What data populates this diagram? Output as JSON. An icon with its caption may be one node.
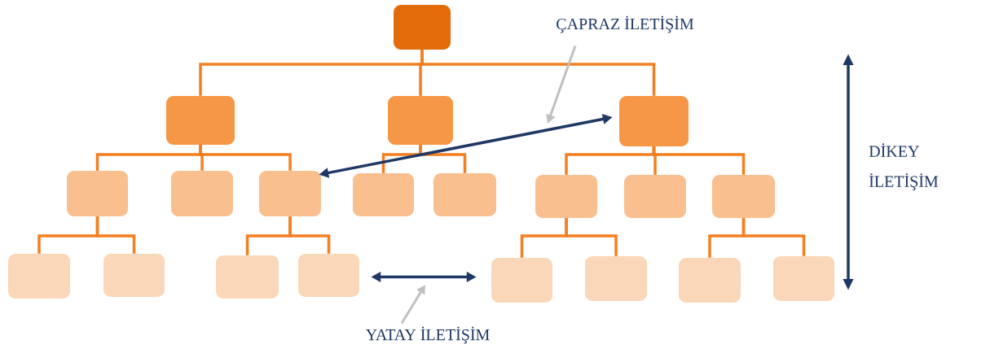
{
  "diagram": {
    "nodes": [
      {
        "text": [],
        "shape": "box"
      },
      {
        "text": [],
        "shape": "box"
      },
      {
        "text": [],
        "shape": "box"
      },
      {
        "text": [],
        "shape": "box"
      },
      {
        "text": [],
        "shape": "box"
      },
      {
        "text": [],
        "shape": "box"
      },
      {
        "text": [],
        "shape": "box"
      },
      {
        "text": [],
        "shape": "box"
      },
      {
        "text": [],
        "shape": "box"
      },
      {
        "text": [],
        "shape": "box"
      },
      {
        "text": [],
        "shape": "box"
      },
      {
        "text": [],
        "shape": "box"
      },
      {
        "text": [],
        "shape": "box"
      },
      {
        "text": [],
        "shape": "box"
      },
      {
        "text": [],
        "shape": "box"
      },
      {
        "text": [],
        "shape": "box"
      },
      {
        "text": [],
        "shape": "box"
      },
      {
        "text": [],
        "shape": "box"
      },
      {
        "text": [],
        "shape": "box"
      },
      {
        "text": [],
        "shape": "box"
      },
      {
        "text": [
          "ÇAPRAZ İLETİŞİM"
        ]
      },
      {
        "text": [
          "YATAY İLETİŞİM"
        ]
      }
    ],
    "edges": [
      {
        "from": 0,
        "to": 1,
        "arrow": "none"
      },
      {
        "from": 0,
        "to": 2,
        "arrow": "none"
      },
      {
        "from": 0,
        "to": 3,
        "arrow": "none"
      },
      {
        "from": 1,
        "to": 4,
        "arrow": "none"
      },
      {
        "from": 1,
        "to": 5,
        "arrow": "none"
      },
      {
        "from": 1,
        "to": 6,
        "arrow": "none"
      },
      {
        "from": 2,
        "to": 7,
        "arrow": "none"
      },
      {
        "from": 2,
        "to": 8,
        "arrow": "none"
      },
      {
        "from": 3,
        "to": 9,
        "arrow": "none"
      },
      {
        "from": 3,
        "to": 10,
        "arrow": "none"
      },
      {
        "from": 3,
        "to": 11,
        "arrow": "none"
      },
      {
        "from": 4,
        "to": 12,
        "arrow": "none"
      },
      {
        "from": 4,
        "to": 13,
        "arrow": "none"
      },
      {
        "from": 6,
        "to": 14,
        "arrow": "none"
      },
      {
        "from": 6,
        "to": 15,
        "arrow": "none"
      },
      {
        "from": 9,
        "to": 16,
        "arrow": "none"
      },
      {
        "from": 9,
        "to": 17,
        "arrow": "none"
      },
      {
        "from": 11,
        "to": 18,
        "arrow": "none"
      },
      {
        "from": 11,
        "to": 19,
        "arrow": "none"
      },
      {
        "from": 6,
        "to": 3,
        "arrow": "both",
        "color": "#1f3864"
      },
      {
        "from": 15,
        "to": 16,
        "arrow": "both",
        "color": "#1f3864"
      },
      {
        "from": 20,
        "to": null,
        "arrow": "to",
        "color": "#c0c0c0"
      },
      {
        "from": 21,
        "to": null,
        "arrow": "to",
        "color": "#c0c0c0"
      }
    ],
    "labels": [
      "DİKEY İLETİŞİM"
    ]
  }
}
